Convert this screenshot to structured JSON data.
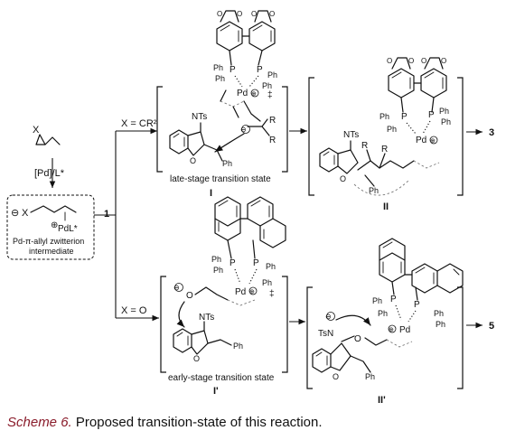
{
  "reagent": {
    "label": "[Pd]/L*",
    "compound_number": "1"
  },
  "zwitterion": {
    "x_anion": "X",
    "charge_minus": "⊖",
    "charge_plus": "⊕",
    "ligand": "PdL*",
    "caption_line1": "Pd-π-allyl zwitterion",
    "caption_line2": "intermediate"
  },
  "substrate": {
    "x": "X"
  },
  "upper_branch": {
    "condition": "X = CR²",
    "ts_label": "late-stage transition state",
    "ts_number": "I",
    "intermediate_number": "II",
    "product_number": "3",
    "double_dagger": "‡",
    "atoms": {
      "ph": "Ph",
      "p": "P",
      "pd": "Pd",
      "nts": "NTs",
      "r": "R",
      "o": "O"
    }
  },
  "lower_branch": {
    "condition": "X = O",
    "ts_label": "early-stage transition state",
    "ts_number": "I'",
    "intermediate_number": "II'",
    "product_number": "5",
    "double_dagger": "‡",
    "atoms": {
      "ph": "Ph",
      "p": "P",
      "pd": "Pd",
      "nts": "NTs",
      "tsn": "TsN",
      "o": "O"
    }
  },
  "caption": {
    "lead": "Scheme 6.",
    "text": " Proposed transition-state of this reaction."
  }
}
